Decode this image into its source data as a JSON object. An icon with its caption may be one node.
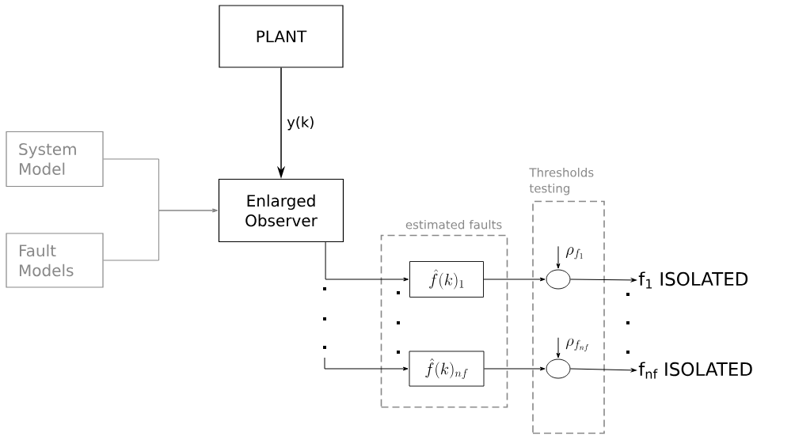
{
  "diagram": {
    "nodes": [
      {
        "text": [
          "PLANT"
        ]
      },
      {
        "text": [
          "System Model"
        ]
      },
      {
        "text": [
          "Fault Models"
        ]
      },
      {
        "text": [
          "Enlarged Observer"
        ]
      },
      {
        "text": [
          "estimated faults"
        ]
      },
      {
        "text": [
          "\\hat{f}(k)_1"
        ],
        "in": 4
      },
      {
        "text": [
          "\\hat{f}(k)_{nf}"
        ],
        "in": 4
      },
      {
        "text": [
          "Thresholds testing"
        ]
      },
      {
        "text": [],
        "shape": "circle",
        "in": 7
      },
      {
        "text": [],
        "shape": "circle",
        "in": 7
      },
      {
        "text": [
          "\\rho_{f_1}"
        ],
        "in": 7
      },
      {
        "text": [
          "\\rho_{f_{nf}}"
        ],
        "in": 7
      },
      {
        "text": [
          "f$_{1}$ ISOLATED"
        ]
      },
      {
        "text": [
          "f$_{nf}$ ISOLATED"
        ]
      }
    ],
    "edges": [
      {
        "from": 0,
        "to": 3,
        "arrow": "to",
        "label": "y(k)"
      },
      {
        "from": 1,
        "to": 3,
        "arrow": "to",
        "color": "#888888"
      },
      {
        "from": 2,
        "to": 3,
        "arrow": "to",
        "color": "#888888"
      },
      {
        "from": 3,
        "to": 5,
        "arrow": "to"
      },
      {
        "from": null,
        "to": 6,
        "arrow": "to"
      },
      {
        "from": 5,
        "to": 8,
        "arrow": "to"
      },
      {
        "from": 6,
        "to": 9,
        "arrow": "to"
      },
      {
        "from": 10,
        "to": 8,
        "arrow": "to"
      },
      {
        "from": 11,
        "to": 9,
        "arrow": "to"
      },
      {
        "from": 8,
        "to": 12,
        "arrow": "to"
      },
      {
        "from": 9,
        "to": 13,
        "arrow": "to"
      }
    ]
  }
}
